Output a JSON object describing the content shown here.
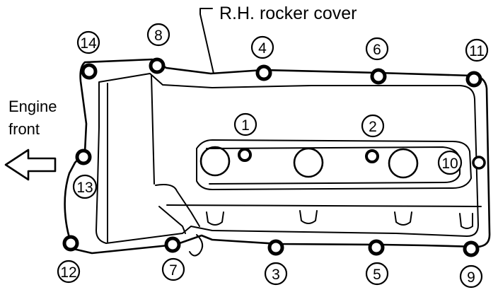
{
  "cover_label": "R.H. rocker cover",
  "direction_label": {
    "line1": "Engine",
    "line2": "front"
  },
  "bolts": [
    {
      "number": "1"
    },
    {
      "number": "2"
    },
    {
      "number": "3"
    },
    {
      "number": "4"
    },
    {
      "number": "5"
    },
    {
      "number": "6"
    },
    {
      "number": "7"
    },
    {
      "number": "8"
    },
    {
      "number": "9"
    },
    {
      "number": "10"
    },
    {
      "number": "11"
    },
    {
      "number": "12"
    },
    {
      "number": "13"
    },
    {
      "number": "14"
    }
  ]
}
